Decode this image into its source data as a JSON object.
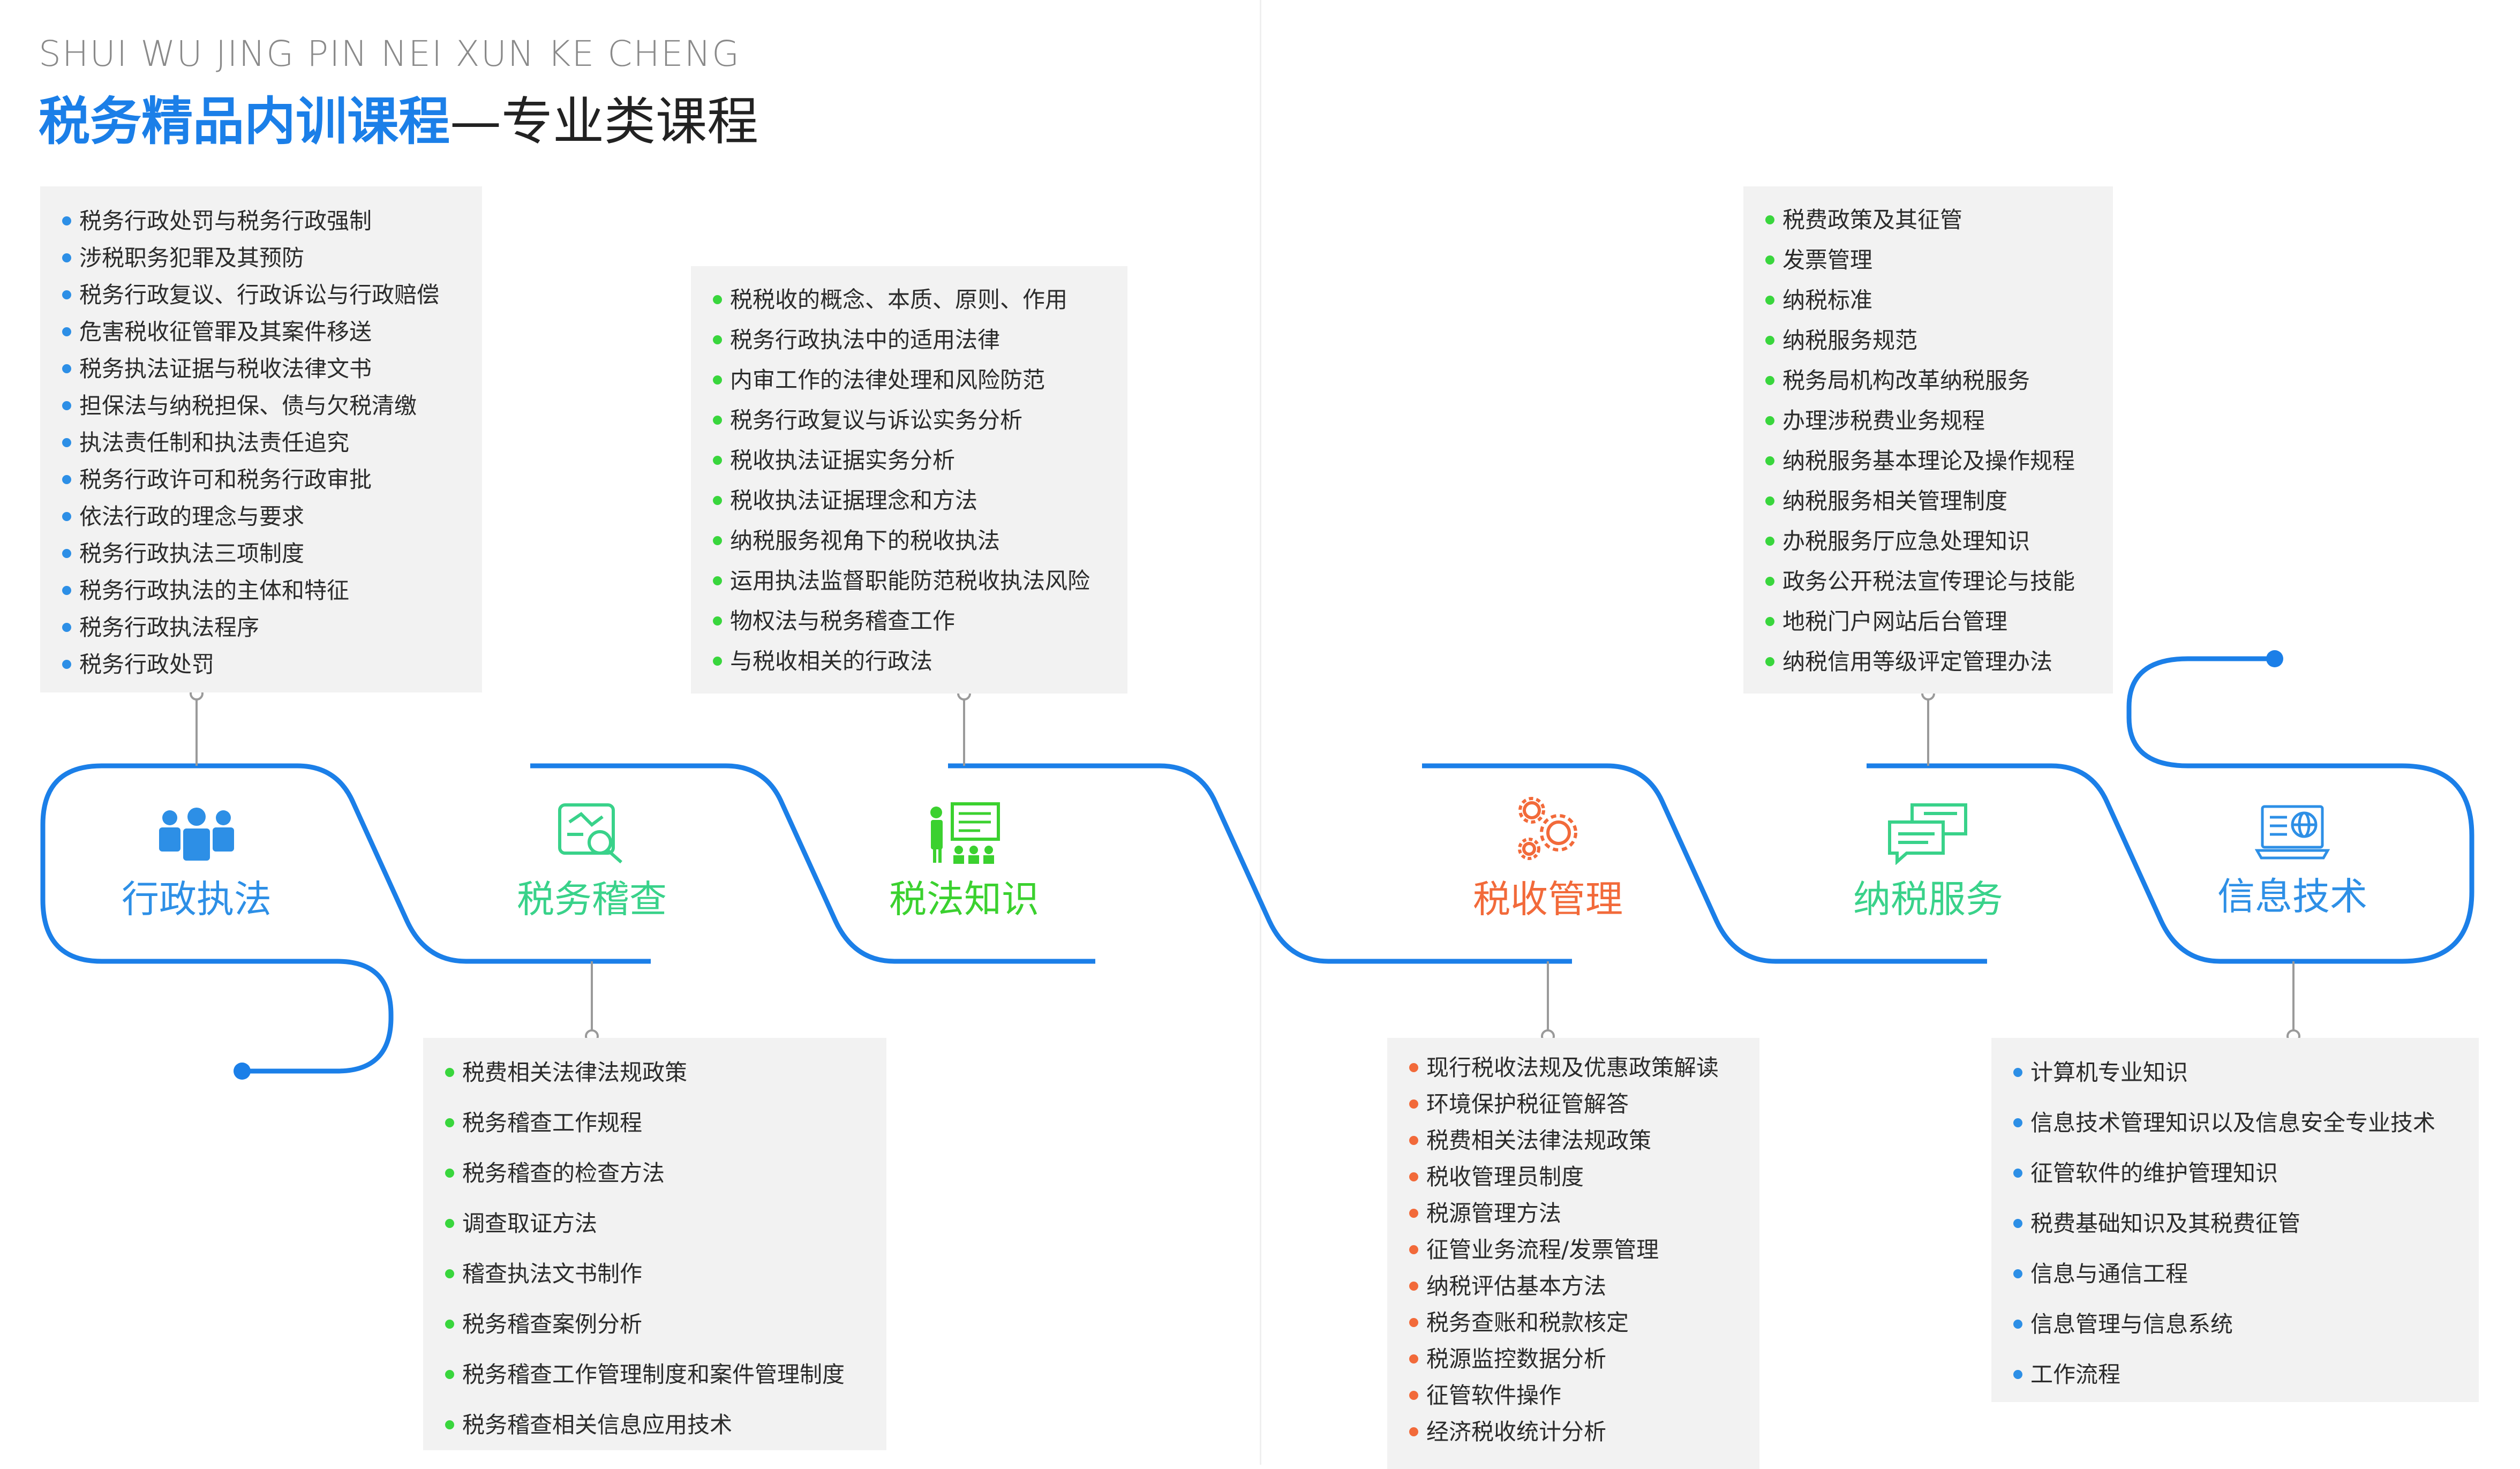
{
  "header": {
    "subtitle": "SHUI WU JING PIN NEI XUN KE CHENG",
    "title_strong": "税务精品内训课程",
    "title_rest": "—专业类课程"
  },
  "colors": {
    "line_blue": "#1b7fe8",
    "dot_blue": "#2d8fe6",
    "dot_green": "#39d63d",
    "dot_orange": "#f26a3a",
    "connector_gray": "#9a9a9a"
  },
  "nodes": [
    {
      "label": "行政执法",
      "color": "#2d8fe6",
      "icon": "people-group-icon"
    },
    {
      "label": "税务稽查",
      "color": "#39d28a",
      "icon": "document-magnifier-icon"
    },
    {
      "label": "税法知识",
      "color": "#3bd12f",
      "icon": "presentation-board-icon"
    },
    {
      "label": "税收管理",
      "color": "#f26a3a",
      "icon": "gears-icon"
    },
    {
      "label": "纳税服务",
      "color": "#39d28a",
      "icon": "chat-bubbles-icon"
    },
    {
      "label": "信息技术",
      "color": "#2d8fe6",
      "icon": "computer-globe-icon"
    }
  ],
  "lists": {
    "xingzheng": [
      "税务行政处罚与税务行政强制",
      "涉税职务犯罪及其预防",
      "税务行政复议、行政诉讼与行政赔偿",
      "危害税收征管罪及其案件移送",
      "税务执法证据与税收法律文书",
      "担保法与纳税担保、债与欠税清缴",
      "执法责任制和执法责任追究",
      "税务行政许可和税务行政审批",
      "依法行政的理念与要求",
      "税务行政执法三项制度",
      "税务行政执法的主体和特征",
      "税务行政执法程序",
      "税务行政处罚"
    ],
    "jicha": [
      "税费相关法律法规政策",
      "税务稽查工作规程",
      "税务稽查的检查方法",
      "调查取证方法",
      "稽查执法文书制作",
      "税务稽查案例分析",
      "税务稽查工作管理制度和案件管理制度",
      "税务稽查相关信息应用技术"
    ],
    "shuifa": [
      "税税收的概念、本质、原则、作用",
      "税务行政执法中的适用法律",
      "内审工作的法律处理和风险防范",
      "税务行政复议与诉讼实务分析",
      "税收执法证据实务分析",
      "税收执法证据理念和方法",
      "纳税服务视角下的税收执法",
      "运用执法监督职能防范税收执法风险",
      "物权法与税务稽查工作",
      "与税收相关的行政法"
    ],
    "shuishou": [
      "现行税收法规及优惠政策解读",
      "环境保护税征管解答",
      "税费相关法律法规政策",
      "税收管理员制度",
      "税源管理方法",
      "征管业务流程/发票管理",
      "纳税评估基本方法",
      "税务查账和税款核定",
      "税源监控数据分析",
      "征管软件操作",
      "经济税收统计分析"
    ],
    "nashui": [
      "税费政策及其征管",
      "发票管理",
      "纳税标准",
      "纳税服务规范",
      "税务局机构改革纳税服务",
      "办理涉税费业务规程",
      "纳税服务基本理论及操作规程",
      "纳税服务相关管理制度",
      "办税服务厅应急处理知识",
      "政务公开税法宣传理论与技能",
      "地税门户网站后台管理",
      "纳税信用等级评定管理办法"
    ],
    "xinxi": [
      "计算机专业知识",
      "信息技术管理知识以及信息安全专业技术",
      "征管软件的维护管理知识",
      "税费基础知识及其税费征管",
      "信息与通信工程",
      "信息管理与信息系统",
      "工作流程"
    ]
  }
}
